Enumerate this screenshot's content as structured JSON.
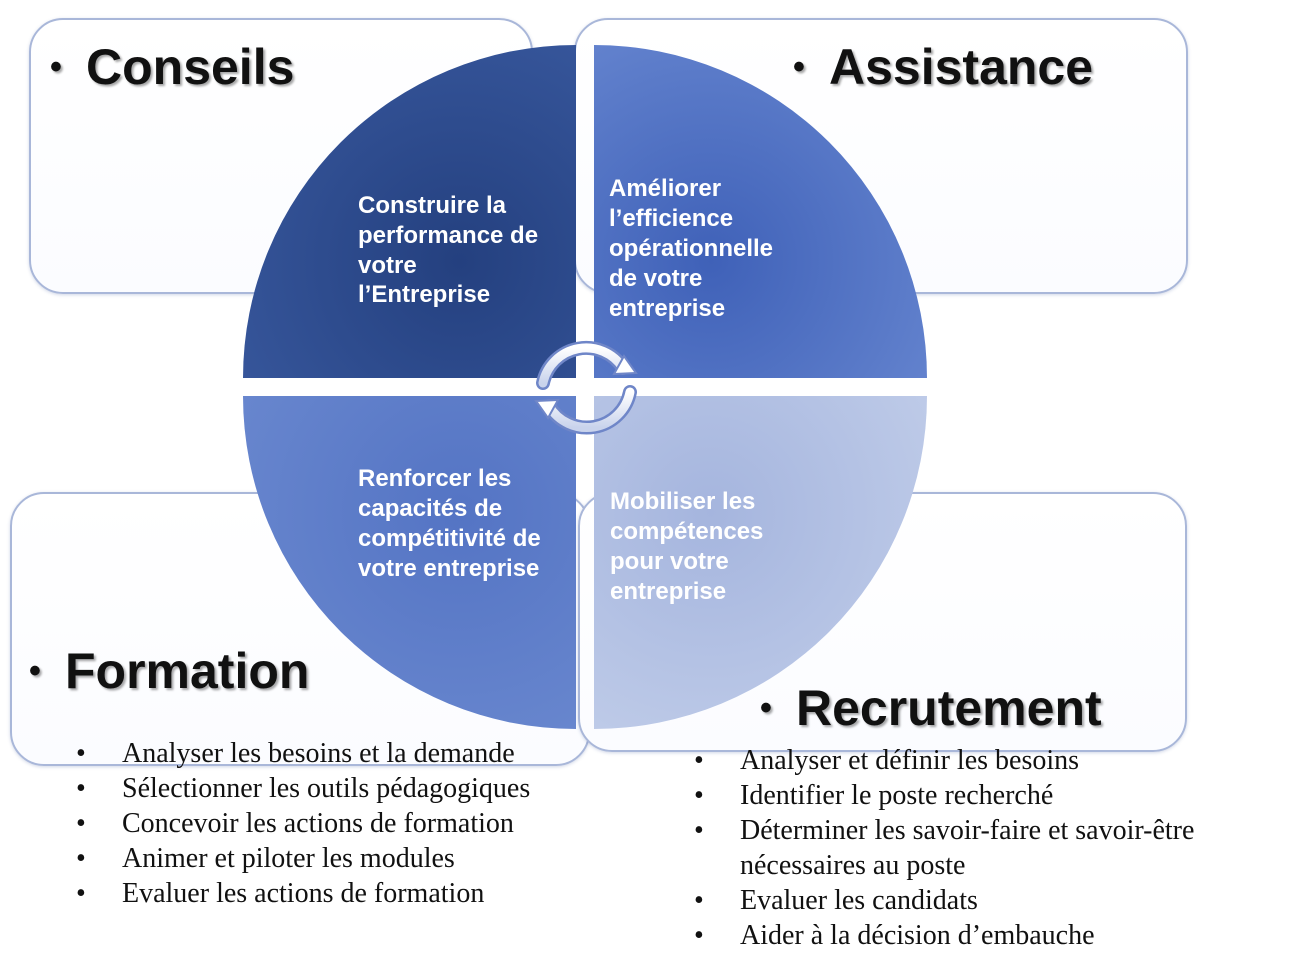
{
  "boxes": {
    "conseils": {
      "bullet": "•",
      "title": "Conseils"
    },
    "assistance": {
      "bullet": "•",
      "title": "Assistance"
    },
    "formation": {
      "bullet": "•",
      "title": "Formation"
    },
    "recrutement": {
      "bullet": "•",
      "title": "Recrutement"
    }
  },
  "quadrants": {
    "top_left": {
      "lines": [
        "Construire la",
        "performance de",
        "votre",
        "l’Entreprise"
      ],
      "color": "#2b4585"
    },
    "top_right": {
      "lines": [
        "Améliorer",
        "l’efficience",
        "opérationnelle",
        "de votre",
        "entreprise"
      ],
      "color": "#4b6bbf"
    },
    "bottom_left": {
      "lines": [
        "Renforcer les",
        "capacités de",
        "compétitivité de",
        "votre entreprise"
      ],
      "color": "#5b79c6"
    },
    "bottom_right": {
      "lines": [
        "Mobiliser les",
        "compétences",
        "pour votre",
        "entreprise"
      ],
      "color": "#a7b6dd"
    }
  },
  "center_icon": "cycle-arrows-icon",
  "lists": {
    "formation": [
      "Analyser les besoins et la demande",
      "Sélectionner les outils pédagogiques",
      "Concevoir les actions de formation",
      "Animer et piloter les modules",
      "Evaluer les actions de formation"
    ],
    "recrutement": [
      "Analyser et définir les besoins",
      "Identifier le poste recherché",
      "Déterminer les savoir-faire et savoir-être",
      "nécessaires au poste",
      "Evaluer les candidats",
      "Aider à la décision d’embauche"
    ]
  },
  "list_bullet": "•"
}
